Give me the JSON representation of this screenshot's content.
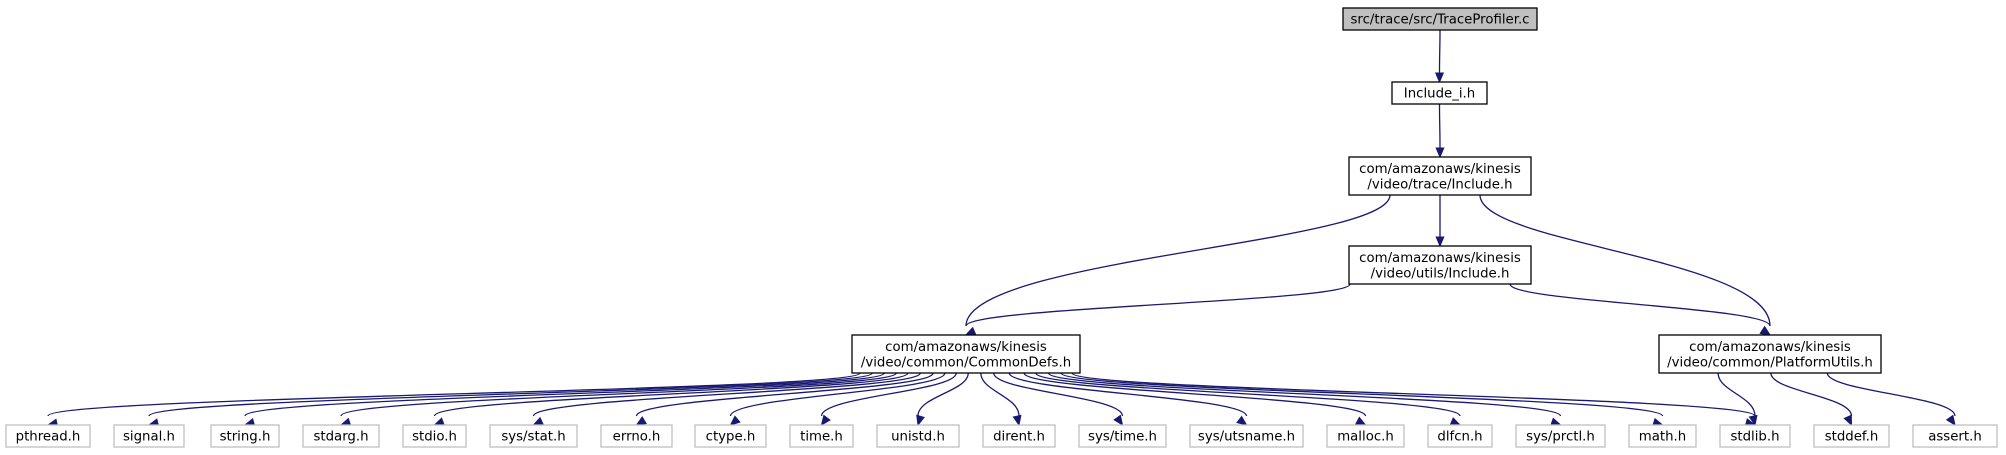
{
  "colors": {
    "edge": "#191970",
    "root_fill": "#bfbfbf",
    "node_border": "#000000",
    "leaf_border": "#bfbfbf",
    "background": "#ffffff"
  },
  "nodes": {
    "traceprofiler": {
      "lines": [
        "src/trace/src/TraceProfiler.c"
      ],
      "kind": "root"
    },
    "include_i": {
      "lines": [
        "Include_i.h"
      ],
      "kind": "internal"
    },
    "trace_include": {
      "lines": [
        "com/amazonaws/kinesis",
        "/video/trace/Include.h"
      ],
      "kind": "internal"
    },
    "utils_include": {
      "lines": [
        "com/amazonaws/kinesis",
        "/video/utils/Include.h"
      ],
      "kind": "internal"
    },
    "commondefs": {
      "lines": [
        "com/amazonaws/kinesis",
        "/video/common/CommonDefs.h"
      ],
      "kind": "internal"
    },
    "platformutils": {
      "lines": [
        "com/amazonaws/kinesis",
        "/video/common/PlatformUtils.h"
      ],
      "kind": "internal"
    },
    "pthread": {
      "lines": [
        "pthread.h"
      ],
      "kind": "external"
    },
    "signal": {
      "lines": [
        "signal.h"
      ],
      "kind": "external"
    },
    "string": {
      "lines": [
        "string.h"
      ],
      "kind": "external"
    },
    "stdarg": {
      "lines": [
        "stdarg.h"
      ],
      "kind": "external"
    },
    "stdio": {
      "lines": [
        "stdio.h"
      ],
      "kind": "external"
    },
    "sysstat": {
      "lines": [
        "sys/stat.h"
      ],
      "kind": "external"
    },
    "errno": {
      "lines": [
        "errno.h"
      ],
      "kind": "external"
    },
    "ctype": {
      "lines": [
        "ctype.h"
      ],
      "kind": "external"
    },
    "time": {
      "lines": [
        "time.h"
      ],
      "kind": "external"
    },
    "unistd": {
      "lines": [
        "unistd.h"
      ],
      "kind": "external"
    },
    "dirent": {
      "lines": [
        "dirent.h"
      ],
      "kind": "external"
    },
    "systime": {
      "lines": [
        "sys/time.h"
      ],
      "kind": "external"
    },
    "sysutsname": {
      "lines": [
        "sys/utsname.h"
      ],
      "kind": "external"
    },
    "malloc": {
      "lines": [
        "malloc.h"
      ],
      "kind": "external"
    },
    "dlfcn": {
      "lines": [
        "dlfcn.h"
      ],
      "kind": "external"
    },
    "sysprctl": {
      "lines": [
        "sys/prctl.h"
      ],
      "kind": "external"
    },
    "math": {
      "lines": [
        "math.h"
      ],
      "kind": "external"
    },
    "stdlib": {
      "lines": [
        "stdlib.h"
      ],
      "kind": "external"
    },
    "stddef": {
      "lines": [
        "stddef.h"
      ],
      "kind": "external"
    },
    "assert": {
      "lines": [
        "assert.h"
      ],
      "kind": "external"
    }
  },
  "edges": [
    [
      "traceprofiler",
      "include_i"
    ],
    [
      "include_i",
      "trace_include"
    ],
    [
      "trace_include",
      "utils_include"
    ],
    [
      "trace_include",
      "commondefs"
    ],
    [
      "trace_include",
      "platformutils"
    ],
    [
      "utils_include",
      "commondefs"
    ],
    [
      "utils_include",
      "platformutils"
    ],
    [
      "commondefs",
      "pthread"
    ],
    [
      "commondefs",
      "signal"
    ],
    [
      "commondefs",
      "string"
    ],
    [
      "commondefs",
      "stdarg"
    ],
    [
      "commondefs",
      "stdio"
    ],
    [
      "commondefs",
      "sysstat"
    ],
    [
      "commondefs",
      "errno"
    ],
    [
      "commondefs",
      "ctype"
    ],
    [
      "commondefs",
      "time"
    ],
    [
      "commondefs",
      "unistd"
    ],
    [
      "commondefs",
      "dirent"
    ],
    [
      "commondefs",
      "systime"
    ],
    [
      "commondefs",
      "sysutsname"
    ],
    [
      "commondefs",
      "malloc"
    ],
    [
      "commondefs",
      "dlfcn"
    ],
    [
      "commondefs",
      "sysprctl"
    ],
    [
      "commondefs",
      "math"
    ],
    [
      "commondefs",
      "stdlib"
    ],
    [
      "platformutils",
      "stdlib"
    ],
    [
      "platformutils",
      "stddef"
    ],
    [
      "platformutils",
      "assert"
    ]
  ]
}
